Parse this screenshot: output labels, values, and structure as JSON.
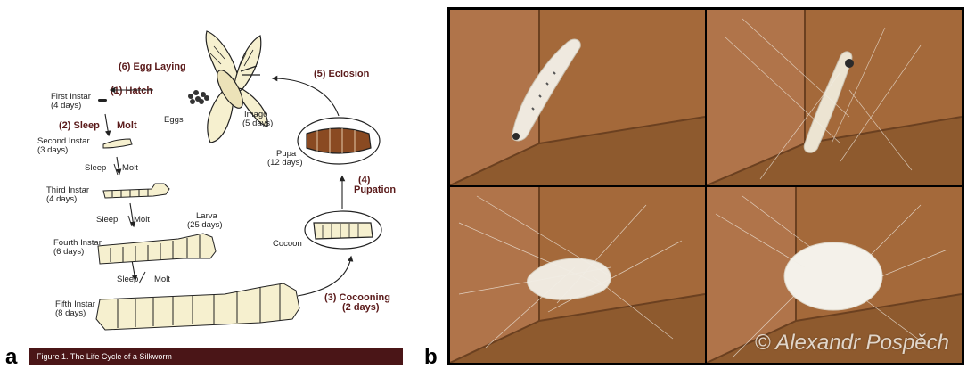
{
  "panel_a": {
    "letter": "a",
    "caption": "Figure 1.  The Life Cycle of a Silkworm",
    "stages": {
      "egg_laying": "(6) Egg Laying",
      "hatch": "(1) Hatch",
      "eclosion": "(5) Eclosion",
      "sleep_molt_1": "(2) Sleep",
      "molt_1": "Molt",
      "pupation_num": "(4)",
      "pupation": "Pupation",
      "cocooning": "(3) Cocooning",
      "cocooning_days": "(2 days)"
    },
    "labels": {
      "first_instar": "First Instar",
      "first_days": "(4 days)",
      "eggs": "Eggs",
      "imago": "Imago",
      "imago_days": "(5 days)",
      "second_instar": "Second Instar",
      "second_days": "(3 days)",
      "sleep": "Sleep",
      "molt": "Molt",
      "third_instar": "Third Instar",
      "third_days": "(4 days)",
      "pupa": "Pupa",
      "pupa_days": "(12 days)",
      "larva": "Larva",
      "larva_days": "(25 days)",
      "fourth_instar": "Fourth Instar",
      "fourth_days": "(6 days)",
      "cocoon": "Cocoon",
      "fifth_instar": "Fifth Instar",
      "fifth_days": "(8 days)"
    },
    "colors": {
      "stage_text": "#5a1a1a",
      "body_fill": "#f6f0cf",
      "caption_bg": "#4a1517"
    }
  },
  "panel_b": {
    "letter": "b",
    "copyright": "© Alexandr Pospěch",
    "colors": {
      "cardboard": "#a4693a",
      "silk": "#f2eee6"
    }
  }
}
